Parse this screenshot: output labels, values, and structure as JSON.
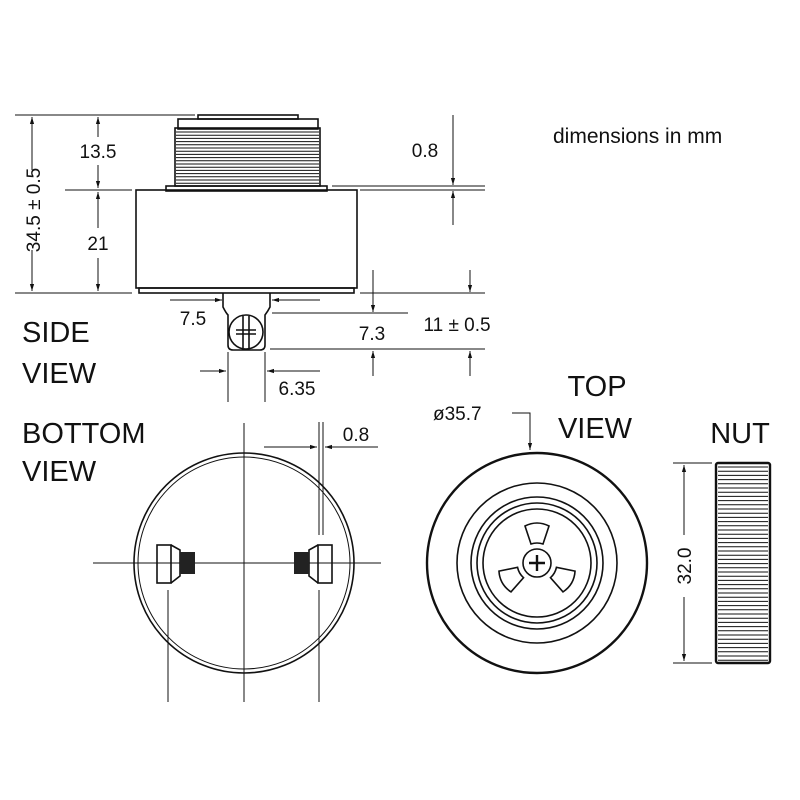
{
  "note": "dimensions in mm",
  "side_view": {
    "label_line1": "SIDE",
    "label_line2": "VIEW",
    "dims": {
      "overall_height": "34.5 ± 0.5",
      "thread_height": "13.5",
      "body_height": "21",
      "flange": "0.8",
      "terminal_width": "7.5",
      "terminal_offset": "7.3",
      "terminal_height": "11 ± 0.5",
      "screw_width": "6.35"
    }
  },
  "bottom_view": {
    "label_line1": "BOTTOM",
    "label_line2": "VIEW",
    "dims": {
      "terminal_gap": "0.8"
    }
  },
  "top_view": {
    "label_line1": "TOP",
    "label_line2": "VIEW",
    "dims": {
      "diameter": "ø35.7"
    }
  },
  "nut": {
    "label": "NUT",
    "dims": {
      "diameter": "32.0"
    }
  }
}
